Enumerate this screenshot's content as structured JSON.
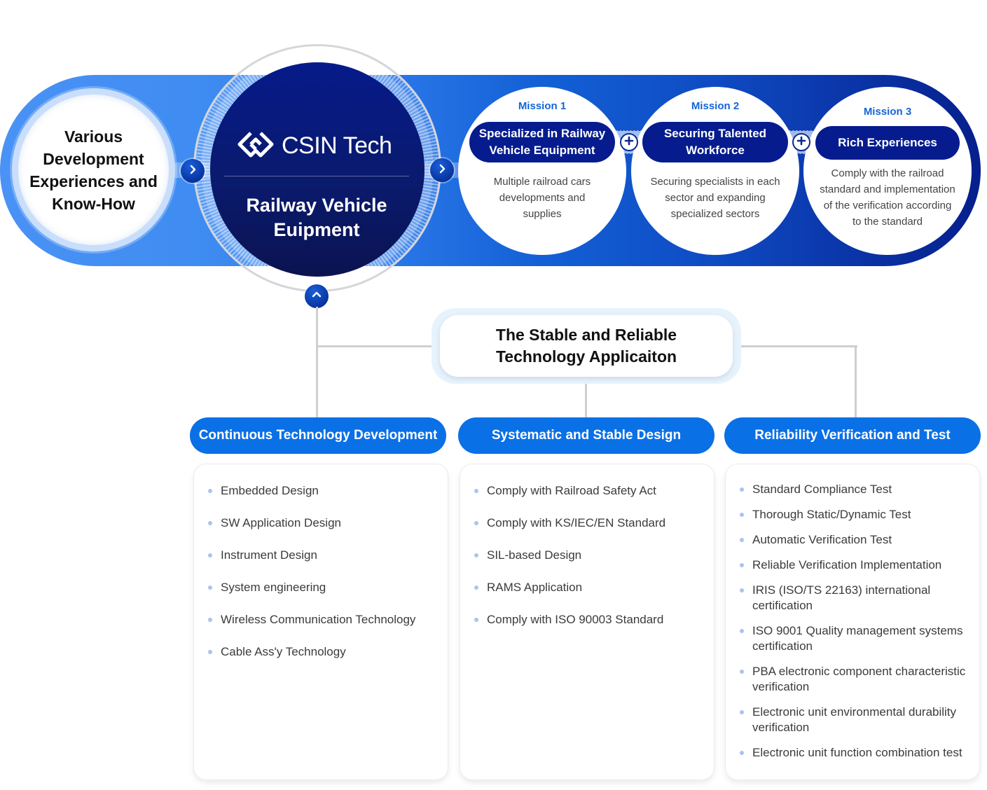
{
  "top": {
    "left_circle_text": "Various\nDevelopment\nExperiences and\nKnow-How",
    "logo": {
      "icon": "csin-chain-logo-icon",
      "text": "CSIN Tech"
    },
    "center_title": "Railway Vehicle\nEuipment",
    "arrow_icon": "chevron-right-icon",
    "up_icon": "chevron-up-icon",
    "plus_icon": "plus-circle-icon",
    "missions": [
      {
        "label": "Mission 1",
        "title": "Specialized in Railway\nVehicle Equipment",
        "description": "Multiple railroad cars\ndevelopments and\nsupplies"
      },
      {
        "label": "Mission 2",
        "title": "Securing Talented\nWorkforce",
        "description": "Securing specialists in each\nsector and expanding\nspecialized sectors"
      },
      {
        "label": "Mission 3",
        "title": "Rich Experiences",
        "description": "Comply with the railroad\nstandard and implementation\nof the verification according\nto the standard"
      }
    ]
  },
  "center_box": {
    "title": "The Stable and Reliable\nTechnology Applicaiton"
  },
  "columns": [
    {
      "header": "Continuous Technology Development",
      "items": [
        "Embedded Design",
        "SW Application Design",
        "Instrument Design",
        "System engineering",
        "Wireless Communication Technology",
        "Cable Ass'y Technology"
      ]
    },
    {
      "header": "Systematic and Stable Design",
      "items": [
        "Comply with Railroad Safety Act",
        "Comply with KS/IEC/EN Standard",
        "SIL-based Design",
        "RAMS Application",
        "Comply with ISO 90003 Standard"
      ]
    },
    {
      "header": "Reliability Verification and Test",
      "items": [
        "Standard Compliance Test",
        "Thorough Static/Dynamic Test",
        "Automatic Verification Test",
        "Reliable Verification Implementation",
        "IRIS (ISO/TS 22163) international certification",
        "ISO 9001 Quality management systems certification",
        "PBA electronic component characteristic verification",
        "Electronic unit environmental durability verification",
        "Electronic unit function combination test"
      ]
    }
  ],
  "colors": {
    "band_start": "#4a92f5",
    "band_end": "#061f8c",
    "center_circle": "#061a8a",
    "mission_pill": "#061c8e",
    "mission_label": "#1565d8",
    "column_header": "#0a70e6",
    "bullet": "#a8c4ef",
    "connector": "#cfcfd1"
  }
}
